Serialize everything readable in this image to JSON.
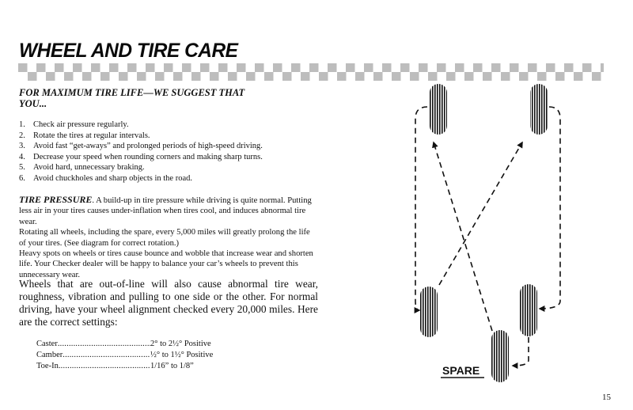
{
  "page": {
    "title": "WHEEL AND TIRE CARE",
    "page_number": "15"
  },
  "tips_section": {
    "heading": "FOR MAXIMUM TIRE LIFE—WE SUGGEST THAT YOU...",
    "items": [
      {
        "num": "1.",
        "text": "Check air pressure regularly."
      },
      {
        "num": "2.",
        "text": "Rotate the tires at regular intervals."
      },
      {
        "num": "3.",
        "text": "Avoid fast “get-aways” and prolonged periods of high-speed driving."
      },
      {
        "num": "4.",
        "text": "Decrease your speed when rounding corners and making sharp turns."
      },
      {
        "num": "5.",
        "text": "Avoid hard, unnecessary braking."
      },
      {
        "num": "6.",
        "text": "Avoid chuckholes and sharp objects in the road."
      }
    ]
  },
  "tire_pressure": {
    "lead": "TIRE PRESSURE",
    "paragraph1": ". A build-up in tire pressure while driving is quite normal. Putting less air in your tires causes under-inflation when tires cool, and induces abnormal tire wear.",
    "paragraph2": "Rotating all wheels, including the spare, every 5,000 miles will greatly prolong the life of your tires. (See diagram for correct rotation.)",
    "paragraph3": "Heavy spots on wheels or tires cause bounce and wobble that increase wear and shorten life. Your Checker dealer will be happy to balance your car’s wheels to prevent this unnecessary wear.",
    "paragraph4": "Wheels that are out-of-line will also cause abnormal tire wear, roughness, vibration and pulling to one side or the other. For normal driving, have your wheel alignment checked every 20,000 miles. Here are the correct settings:"
  },
  "alignment_settings": [
    {
      "label": "Caster",
      "value": "2° to 2½° Positive"
    },
    {
      "label": "Camber",
      "value": "½° to 1½° Positive"
    },
    {
      "label": "Toe-In",
      "value": "1/16” to 1/8”"
    }
  ],
  "diagram": {
    "spare_label": "SPARE",
    "tires": [
      "front-left",
      "front-right",
      "rear-left",
      "rear-right",
      "spare"
    ]
  }
}
